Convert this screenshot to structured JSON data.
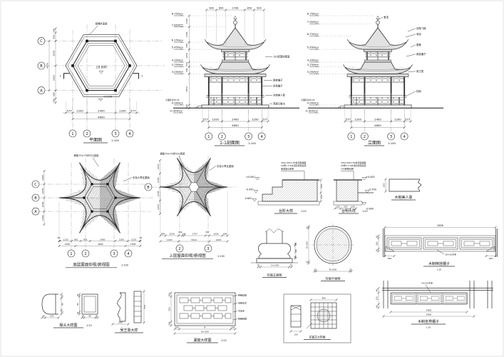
{
  "colors": {
    "line": "#2f2f2f",
    "roof_fill": "#e2e2e2",
    "hatch": "#8a8a8a"
  },
  "plan": {
    "title": "平面图",
    "scale": "1:100",
    "note_top": "预埋件连接",
    "level_center": "±0.000",
    "level_outside": "-0.300",
    "cut_label": "1",
    "grid_rows": [
      "C",
      "B",
      "A"
    ],
    "grid_cols": [
      "1",
      "2",
      "3",
      "4"
    ],
    "dims_bottom": [
      "577",
      "1200",
      "2400",
      "1200",
      "577"
    ],
    "dim_total": "4800",
    "dims_left": [
      "300",
      "600",
      "2038",
      "2038",
      "600",
      "300"
    ],
    "dim_left_total": "4076"
  },
  "section": {
    "title": "1-1剖面图",
    "scale": "1:100",
    "levels": [
      "8.750",
      "7.650",
      "6.150",
      "5.450",
      "4.200",
      "3.750",
      "3.050"
    ],
    "level_zero": "0.000",
    "level_minus": "-0.300",
    "level_note": "亭面标高56.05",
    "dims_top": [
      "900",
      "854",
      "1706",
      "854",
      "900"
    ],
    "dims_vert": [
      "1100",
      "1500",
      "700",
      "1250",
      "450",
      "700",
      "3050",
      "300"
    ],
    "dims_bottom": [
      "577",
      "1200",
      "2400",
      "1200",
      "577"
    ],
    "dim_total": "4800",
    "grid_cols": [
      "1",
      "2",
      "3",
      "4"
    ],
    "notes_right": [
      "120厚望砖屋面",
      "倒挂楣子",
      "坐凳楣子",
      "木制美人靠",
      "混凝土散水"
    ]
  },
  "elevation": {
    "title": "立面图",
    "scale": "1:100",
    "levels": [
      "8.750",
      "7.950",
      "6.750",
      "5.450",
      "4.200",
      "3.750",
      "3.050"
    ],
    "level_zero": "0.000",
    "level_minus": "-0.300",
    "level_note": "亭面标高56.05",
    "notes_right": [
      "宝顶",
      "戗角飞椽",
      "老戗",
      "围脊",
      "倒挂楣子",
      "吴王靠",
      "柱础"
    ],
    "dims_bottom": [
      "577",
      "1200",
      "2400",
      "1200",
      "577"
    ],
    "dim_total": "4800",
    "grid_cols": [
      "1",
      "2",
      "3",
      "4"
    ]
  },
  "roof_lower": {
    "title": "底层屋面仰视/俯视图",
    "scale": "1:100",
    "note_top": "椽板70×70@520连接",
    "note_right": "灰色小青瓦屋面",
    "grid_rows": [
      "C",
      "B",
      "A"
    ],
    "grid_cols": [
      "1",
      "2",
      "3",
      "4"
    ],
    "dims_bottom": [
      "64",
      "1135",
      "861",
      "903",
      "2400",
      "1200",
      "1155",
      "64"
    ],
    "dims_totals": [
      "1558",
      "4800",
      "1558"
    ],
    "dims_left": [
      "1260",
      "1478",
      "1478",
      "1260"
    ]
  },
  "roof_upper": {
    "title": "上层屋面仰视/俯视图",
    "scale": "1:100",
    "note_top": "椽板70×70@520连接",
    "note_right": "灰色小青瓦屋面",
    "grid_row": "B",
    "grid_cols": [
      "2",
      "3"
    ],
    "dims_bottom": [
      "404",
      "1039",
      "302",
      "146",
      "1707",
      "307",
      "1039",
      "404"
    ],
    "dims_totals": [
      "1443",
      "3414",
      "1443"
    ],
    "dims_left": [
      "1250",
      "1478",
      "1478",
      "1250"
    ]
  },
  "step_detail": {
    "title": "台阶大样",
    "scale": "1:25",
    "notes": [
      "300×300×30青石板铺面",
      "20厚1:2.5水泥砂浆结合层",
      "素混凝土垫层"
    ],
    "levels": [
      "±0.000",
      "-0.450",
      "-0.600"
    ],
    "dims_right": [
      "450",
      "150"
    ]
  },
  "platform_detail": {
    "title": "台明大样",
    "scale": "1:25",
    "notes": [
      "300×300×30青石板铺面",
      "20厚1:2.5水泥砂浆结合层",
      "240砖砌台明"
    ],
    "levels": [
      "±0.000",
      "-0.450",
      "-0.600"
    ],
    "dims_bottom": [
      "150",
      "250",
      "150"
    ]
  },
  "seat_board": {
    "title": "木制美人靠",
    "dim": "350"
  },
  "column_base_front": {
    "title": "柱础立面图",
    "dims_bottom": [
      "70",
      "D+240",
      "70"
    ],
    "dims_right": [
      "30",
      "180",
      "30"
    ]
  },
  "column_base_plan": {
    "title": "柱础平面图",
    "dims_bottom": [
      "25",
      "D+200",
      "25"
    ],
    "dims_left": [
      "25",
      "D+200",
      "25"
    ]
  },
  "hanging_lattice": {
    "title": "木制倒挂楣子",
    "scale": "1:20",
    "dim_top": "2856",
    "note": "30×50木条",
    "dims_left": [
      "30",
      "150",
      "30"
    ],
    "dim_end_left": "260",
    "dim_end_right": "260"
  },
  "bench_lattice": {
    "title": "木制坐凳楣子",
    "scale": "1:20",
    "note": "30×50木条",
    "dim_inner": "2000",
    "dim_outer": "2400",
    "dims_left": [
      "40",
      "120",
      "40"
    ]
  },
  "rafter_head": {
    "title": "椽头大样图",
    "scale": "1:10",
    "round_dims_bottom": [
      "30",
      "120"
    ],
    "round_dims_right": [
      "20",
      "90",
      "20"
    ],
    "square_dims_bottom": [
      "30",
      "90",
      "30"
    ],
    "square_dims_left": [
      "20",
      "90",
      "20"
    ]
  },
  "wuwang_seat": {
    "title": "吴王靠大样",
    "dim_bottom": "200",
    "dim_right": "750"
  },
  "lattice_window": {
    "title": "漏窗大样图",
    "scale": "1:25",
    "notes": [
      "砖细边框",
      "望砖花芯",
      "木压条",
      "砖细线脚"
    ],
    "dims_left": [
      "100",
      "500",
      "100"
    ],
    "dims_bottom": [
      "100",
      "B",
      "100"
    ],
    "dim_total": "B+200"
  },
  "flower_core": {
    "title": "花窗芯大样图",
    "dim_grid": "400",
    "dim_small": "120"
  }
}
